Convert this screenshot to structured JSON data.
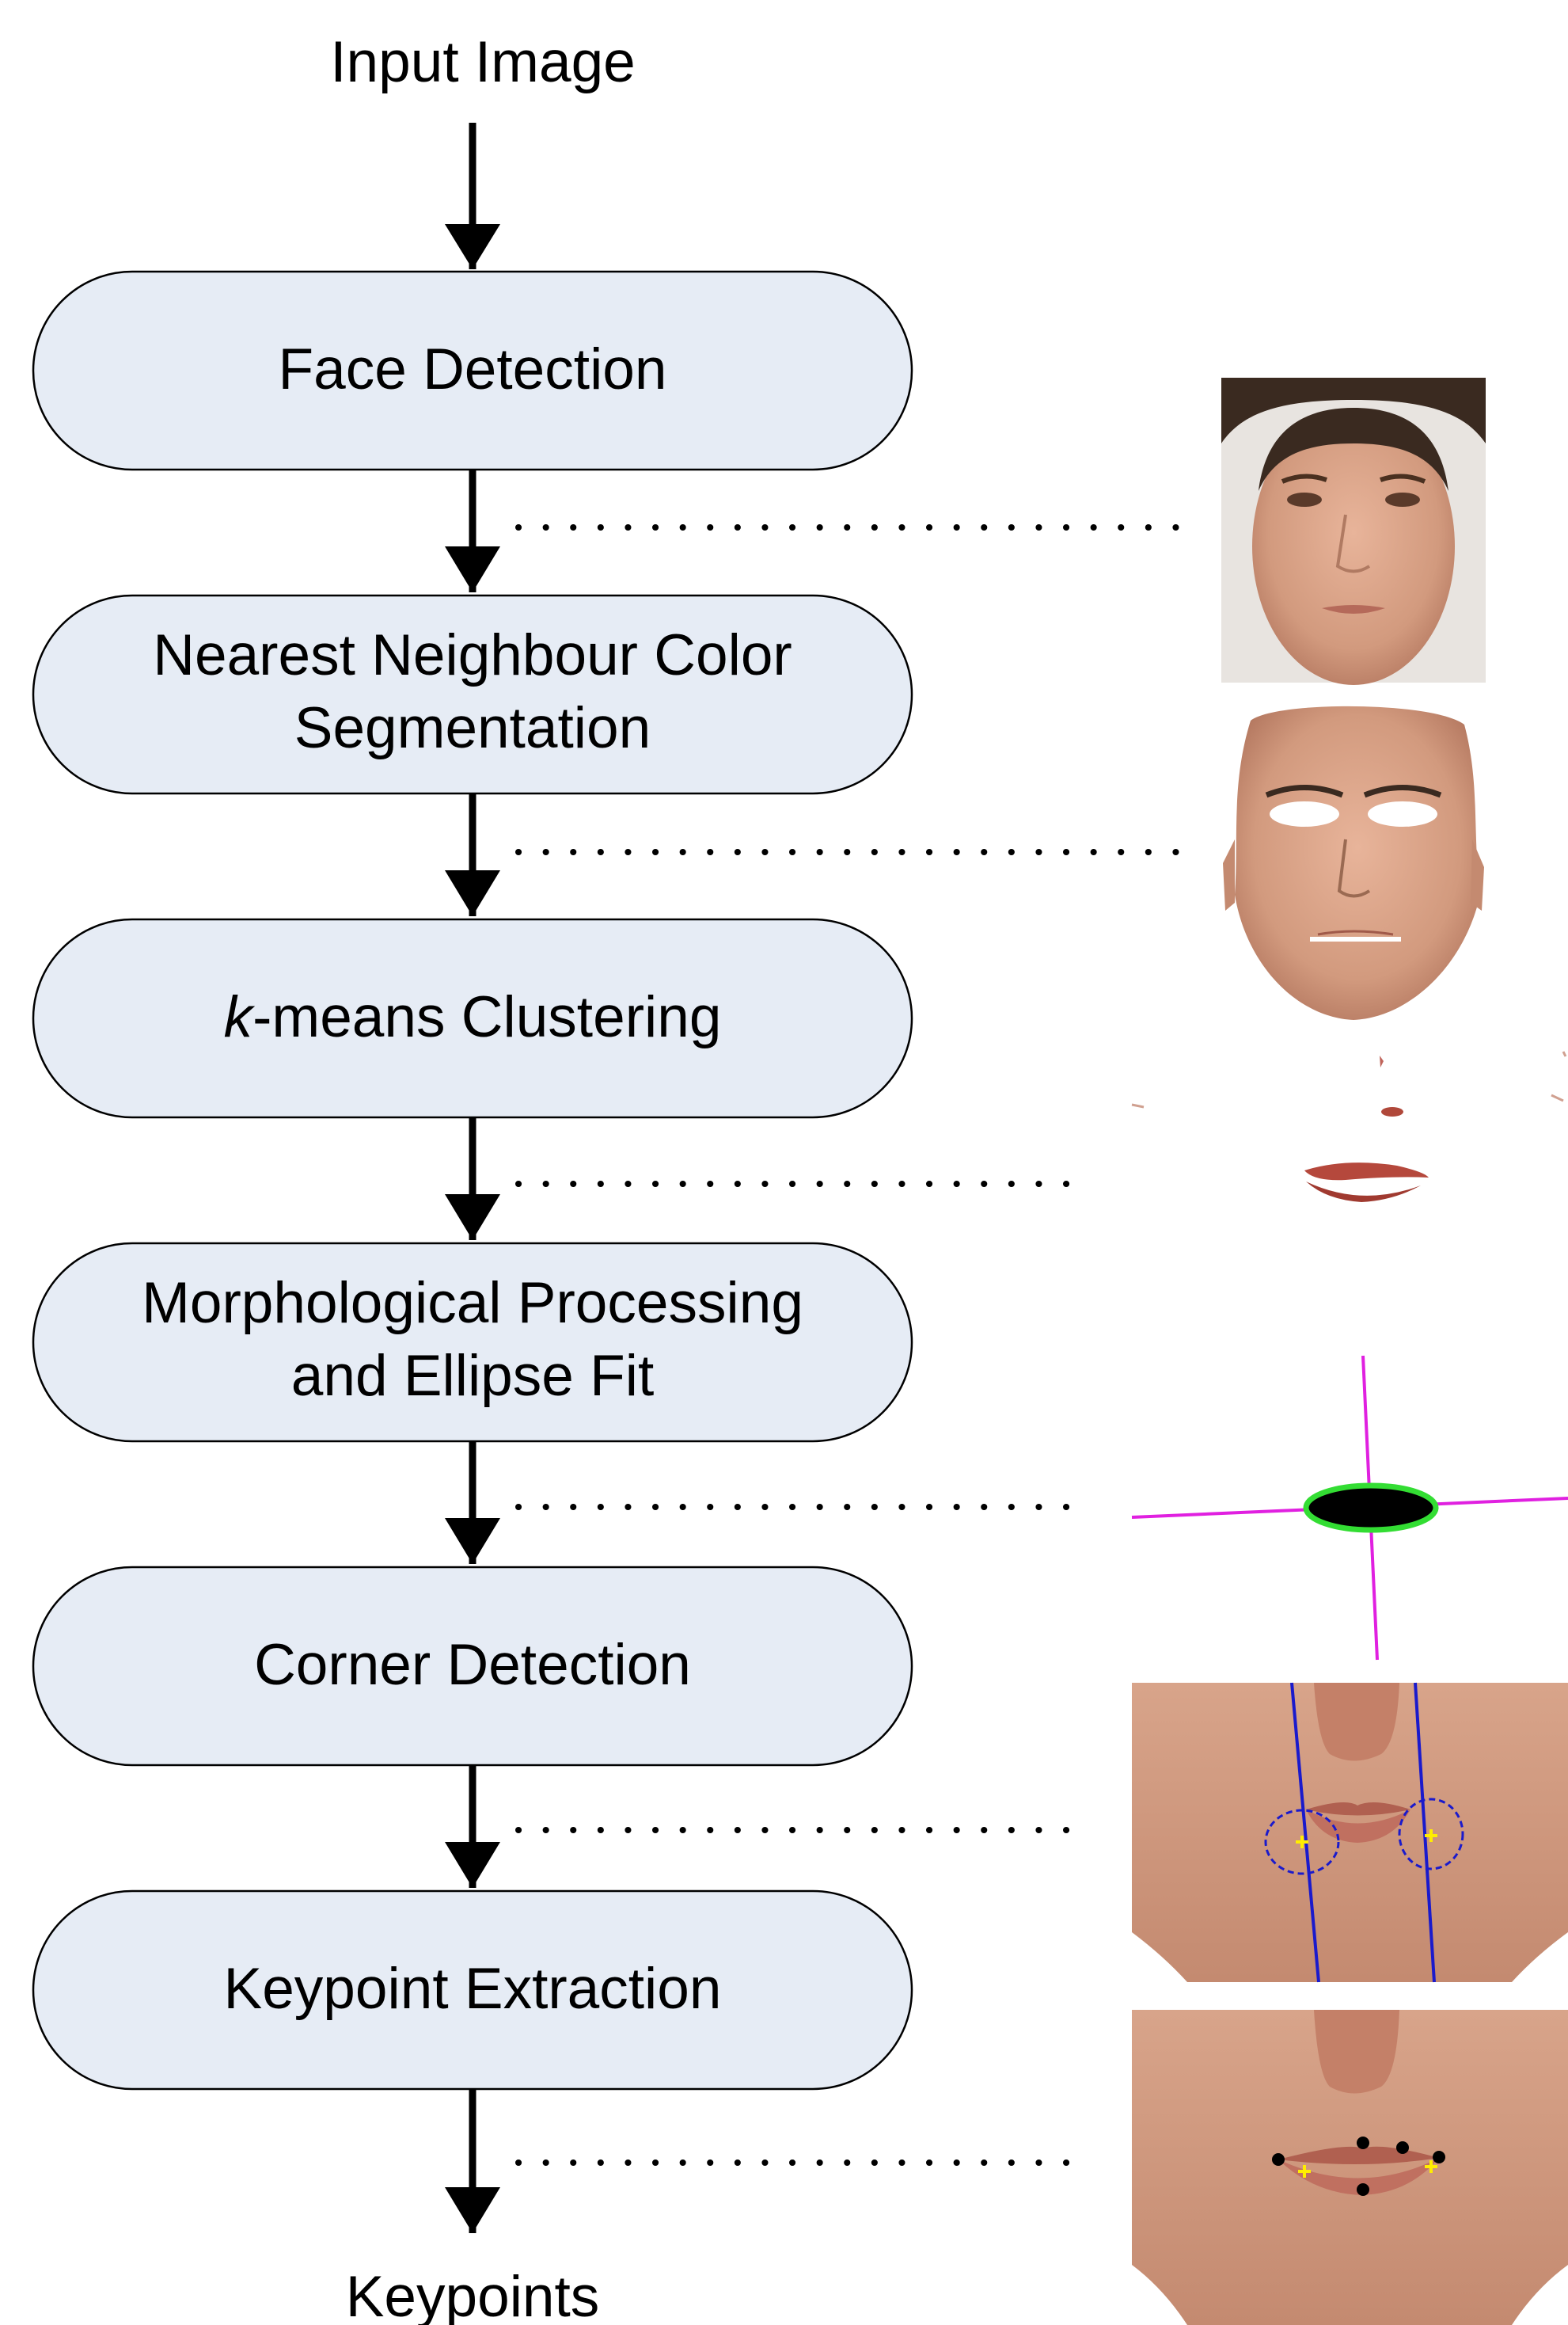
{
  "input_label": "Input Image",
  "output_label": "Keypoints",
  "steps": [
    {
      "lines": [
        "Face Detection"
      ]
    },
    {
      "lines": [
        "Nearest Neighbour Color",
        "Segmentation"
      ]
    },
    {
      "lines": [
        "k-means Clustering"
      ]
    },
    {
      "lines": [
        "Morphological Processing",
        "and Ellipse Fit"
      ]
    },
    {
      "lines": [
        "Corner Detection"
      ]
    },
    {
      "lines": [
        "Keypoint Extraction"
      ]
    }
  ],
  "colors": {
    "node_fill": "#e6ecf5",
    "node_stroke": "#000000",
    "ellipse_outline": "#33dd33",
    "fit_axes": "#e020e0",
    "corner_lines": "#1a1acc",
    "corner_marks": "#ffee00",
    "keypoint_dots": "#000000"
  }
}
